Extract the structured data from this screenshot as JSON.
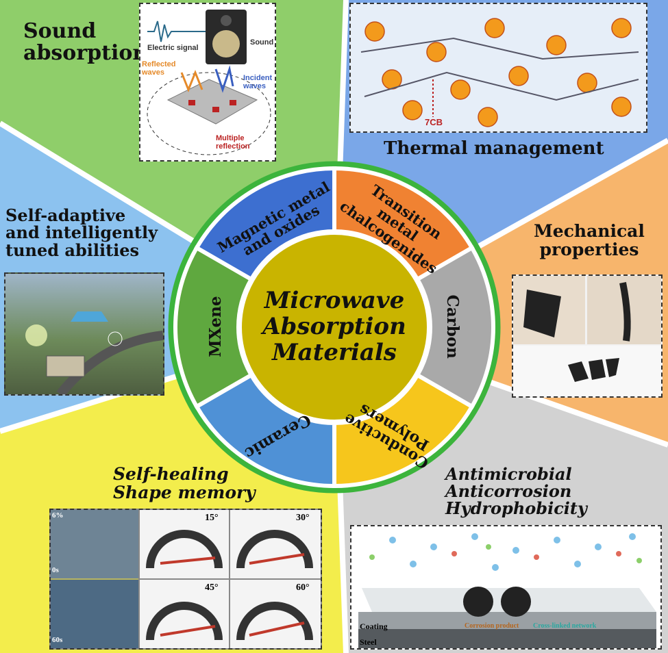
{
  "center": {
    "title_lines": [
      "Microwave",
      "Absorption",
      "Materials"
    ]
  },
  "segments": [
    {
      "label_lines": [
        "Magnetic metal",
        "and oxides"
      ],
      "color": "#5fa83f"
    },
    {
      "label_lines": [
        "Transition",
        "metal",
        "chalcogenides"
      ],
      "color": "#3d6fd0"
    },
    {
      "label_lines": [
        "Carbon"
      ],
      "color": "#f08232"
    },
    {
      "label_lines": [
        "Conductive",
        "Polymers"
      ],
      "color": "#a9a9a9"
    },
    {
      "label_lines": [
        "Ceramic"
      ],
      "color": "#f6c61c"
    },
    {
      "label_lines": [
        "MXene"
      ],
      "color": "#4f91d6"
    }
  ],
  "sections": {
    "sound": {
      "title": [
        "Sound",
        "absorption"
      ],
      "inset": {
        "electric_signal": "Electric signal",
        "sound": "Sound",
        "reflected": [
          "Reflected",
          "waves"
        ],
        "incident": [
          "Incident",
          "waves"
        ],
        "multiple": [
          "Multiple",
          "reflection"
        ]
      }
    },
    "thermal": {
      "title": "Thermal management",
      "inset": {
        "tag": "7CB"
      }
    },
    "adaptive": {
      "title": [
        "Self-adaptive",
        "and intelligently",
        "tuned abilities"
      ]
    },
    "mechanical": {
      "title": [
        "Mechanical",
        "properties"
      ]
    },
    "healing": {
      "title": [
        "Self-healing",
        "Shape memory"
      ],
      "inset": {
        "angles": [
          "15°",
          "30°",
          "45°",
          "60°"
        ],
        "left_labels": [
          "6%",
          "0s",
          "60s"
        ]
      }
    },
    "antimicrobial": {
      "title": [
        "Antimicrobial",
        "Anticorrosion",
        "Hydrophobicity"
      ],
      "inset": {
        "coating": "Coating",
        "steel": "Steel",
        "corrosion": "Corrosion product",
        "crosslinked": "Cross-linked network"
      }
    }
  },
  "colors": {
    "sound_bg": "#8fce6a",
    "thermal_bg": "#7aa7e8",
    "adaptive_bg": "#8cc2ef",
    "mechanical_bg": "#f7b56c",
    "healing_bg": "#f3ed4c",
    "antimicrobial_bg": "#d0d0d0",
    "center_fill": "#c9b400",
    "ring_outline": "#3cb43c"
  }
}
